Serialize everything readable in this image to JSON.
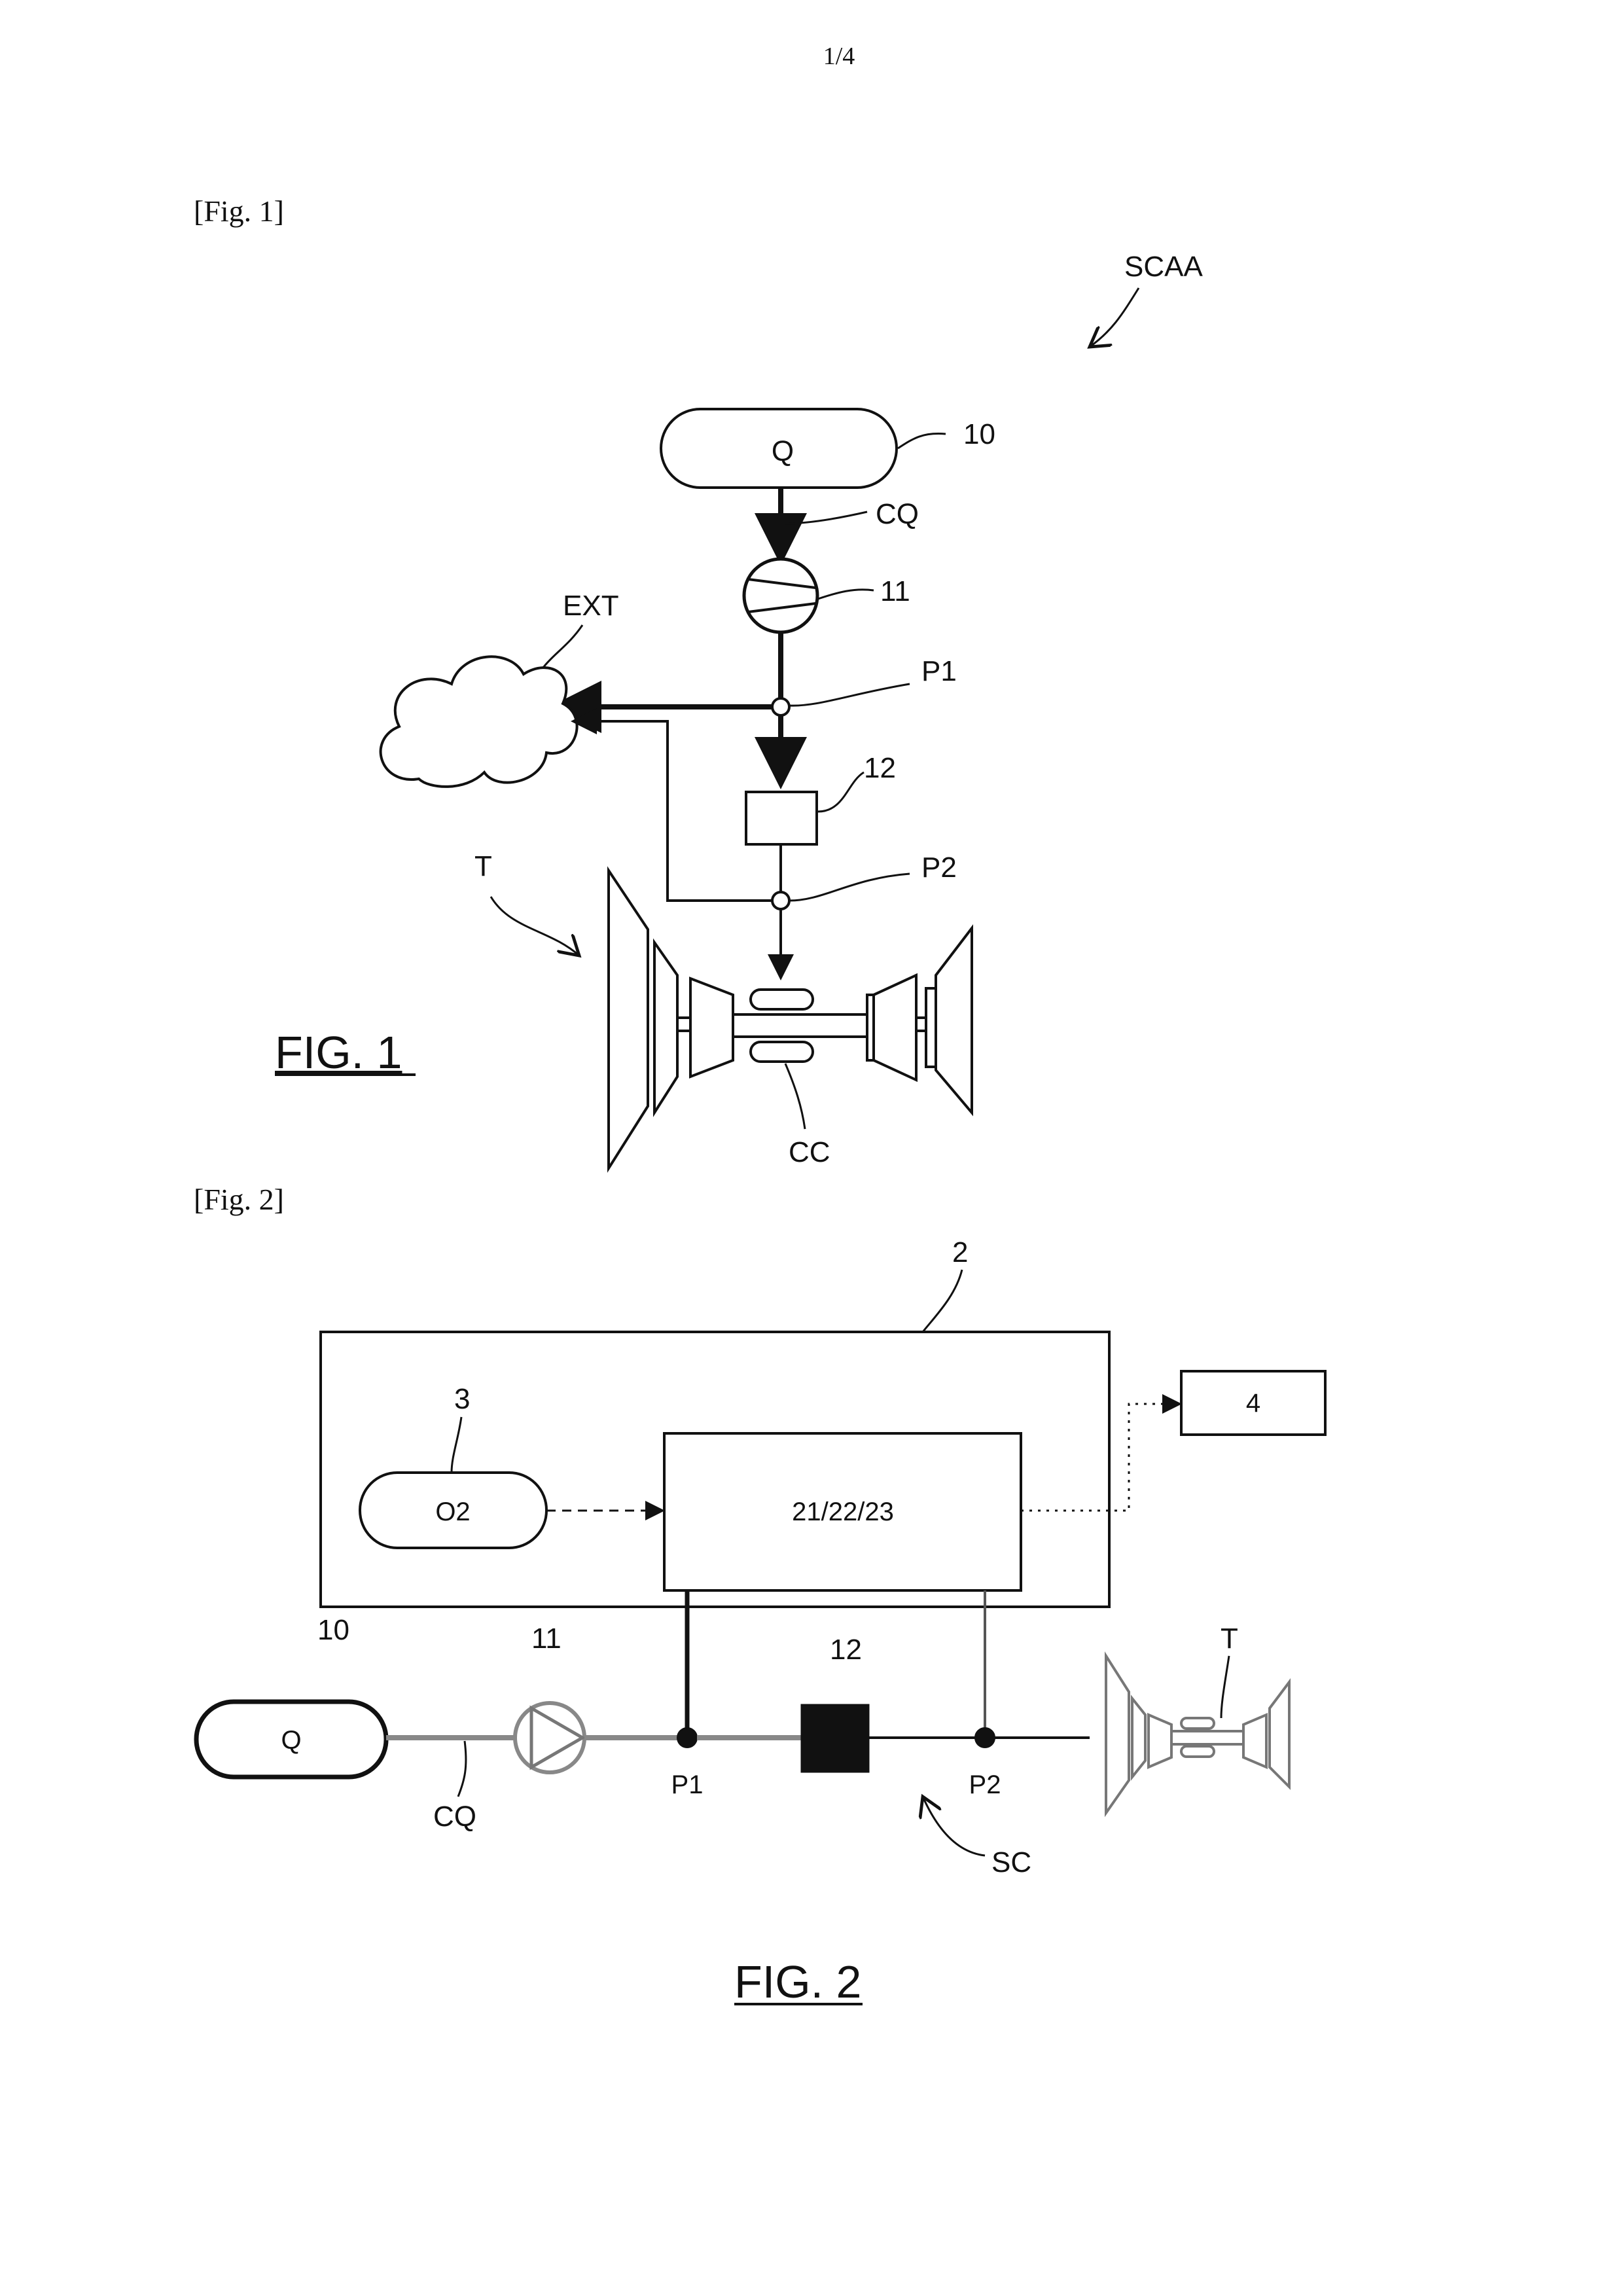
{
  "page": {
    "page_number": "1/4"
  },
  "fig1": {
    "heading": "[Fig. 1]",
    "caption": "FIG. 1",
    "labels": {
      "scaa": "SCAA",
      "q": "Q",
      "ref_10": "10",
      "cq": "CQ",
      "ref_11": "11",
      "ext": "EXT",
      "p1": "P1",
      "ref_12": "12",
      "p2": "P2",
      "t": "T",
      "cc": "CC"
    }
  },
  "fig2": {
    "heading": "[Fig. 2]",
    "caption": "FIG. 2",
    "labels": {
      "ref_2": "2",
      "ref_3": "3",
      "o2": "O2",
      "ctrl": "21/22/23",
      "ref_4": "4",
      "ref_10": "10",
      "q": "Q",
      "ref_11": "11",
      "ref_12": "12",
      "t": "T",
      "cq": "CQ",
      "p1": "P1",
      "p2": "P2",
      "sc": "SC"
    }
  },
  "colors": {
    "ink": "#111111",
    "grey_line": "#6e6e6e",
    "hatch_line": "#9a9a9a"
  }
}
